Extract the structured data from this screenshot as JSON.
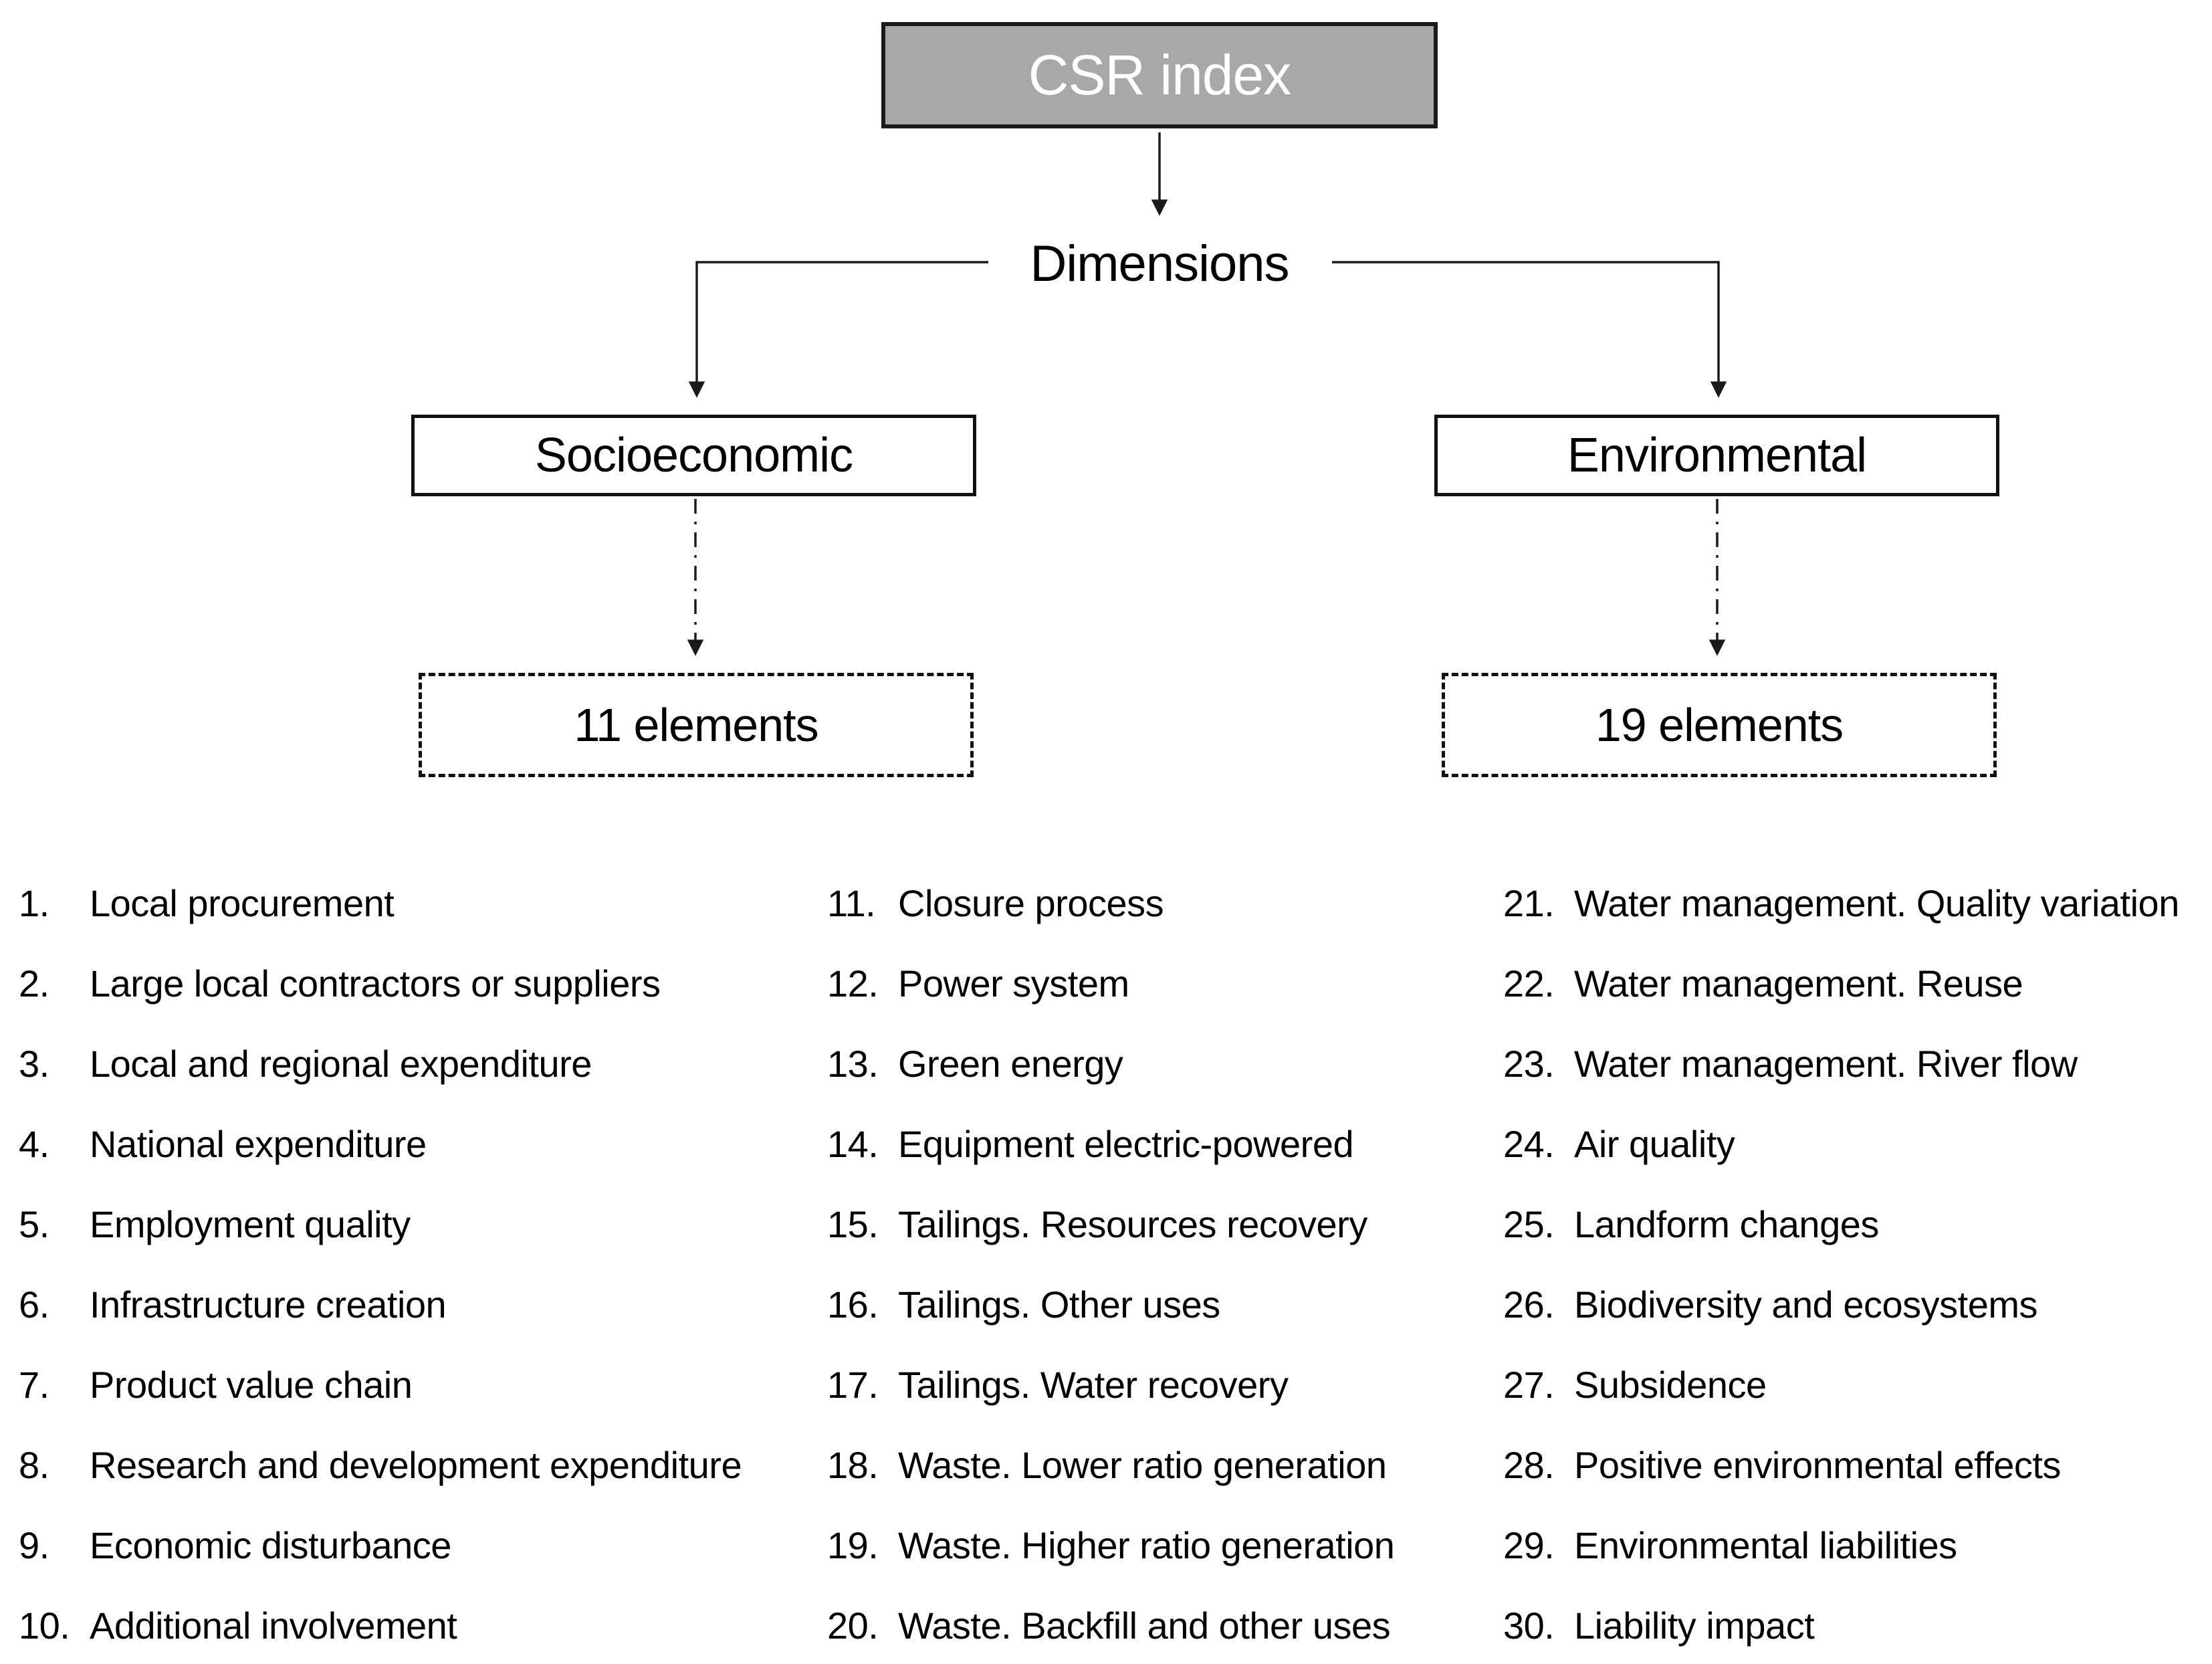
{
  "diagram": {
    "root_label": "CSR index",
    "dimensions_label": "Dimensions",
    "branches": [
      {
        "label": "Socioeconomic",
        "elements_label": "11 elements"
      },
      {
        "label": "Environmental",
        "elements_label": "19 elements"
      }
    ]
  },
  "lists": {
    "columns": [
      {
        "items": [
          {
            "num": "1.",
            "label": "Local procurement"
          },
          {
            "num": "2.",
            "label": "Large local contractors or suppliers"
          },
          {
            "num": "3.",
            "label": "Local and regional expenditure"
          },
          {
            "num": "4.",
            "label": "National expenditure"
          },
          {
            "num": "5.",
            "label": "Employment quality"
          },
          {
            "num": "6.",
            "label": "Infrastructure creation"
          },
          {
            "num": "7.",
            "label": "Product value chain"
          },
          {
            "num": "8.",
            "label": "Research and development expenditure"
          },
          {
            "num": "9.",
            "label": "Economic disturbance"
          },
          {
            "num": "10.",
            "label": "Additional involvement"
          }
        ]
      },
      {
        "items": [
          {
            "num": "11.",
            "label": "Closure process"
          },
          {
            "num": "12.",
            "label": "Power system"
          },
          {
            "num": "13.",
            "label": "Green energy"
          },
          {
            "num": "14.",
            "label": "Equipment electric-powered"
          },
          {
            "num": "15.",
            "label": "Tailings. Resources recovery"
          },
          {
            "num": "16.",
            "label": "Tailings. Other uses"
          },
          {
            "num": "17.",
            "label": "Tailings. Water recovery"
          },
          {
            "num": "18.",
            "label": "Waste. Lower ratio generation"
          },
          {
            "num": "19.",
            "label": "Waste. Higher ratio generation"
          },
          {
            "num": "20.",
            "label": "Waste. Backfill and other uses"
          }
        ]
      },
      {
        "items": [
          {
            "num": "21.",
            "label": "Water management. Quality variation"
          },
          {
            "num": "22.",
            "label": "Water management. Reuse"
          },
          {
            "num": "23.",
            "label": "Water management. River flow"
          },
          {
            "num": "24.",
            "label": "Air quality"
          },
          {
            "num": "25.",
            "label": "Landform changes"
          },
          {
            "num": "26.",
            "label": "Biodiversity and ecosystems"
          },
          {
            "num": "27.",
            "label": "Subsidence"
          },
          {
            "num": "28.",
            "label": "Positive environmental effects"
          },
          {
            "num": "29.",
            "label": "Environmental liabilities"
          },
          {
            "num": "30.",
            "label": "Liability impact"
          }
        ]
      }
    ]
  },
  "colors": {
    "background": "#ffffff",
    "root_fill": "#a8a8a8",
    "root_text": "#ffffff",
    "border": "#111111",
    "line": "#1a1a1a",
    "text": "#000000"
  }
}
